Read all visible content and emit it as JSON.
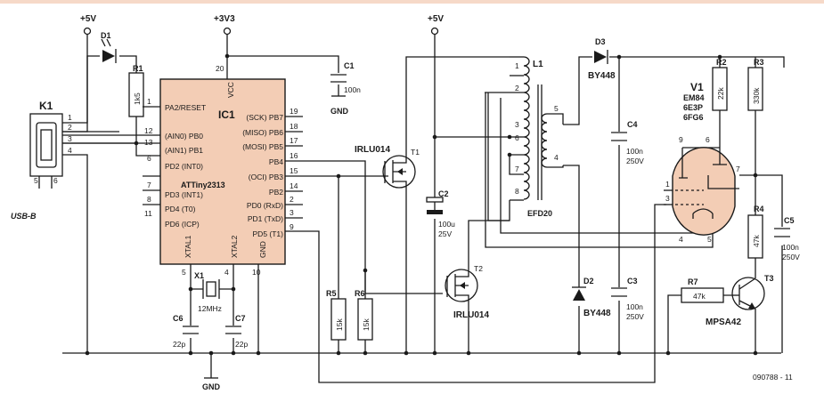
{
  "header_color": "#f6d9c8",
  "ic_fill": "#f3cdb5",
  "tube_fill": "#f3cdb5",
  "supplies": {
    "v5a": "+5V",
    "v3v3": "+3V3",
    "v5b": "+5V",
    "gnd1": "GND",
    "gnd2": "GND"
  },
  "ic1": {
    "ref": "IC1",
    "name": "ATTiny2313",
    "vcc": "VCC",
    "gnd": "GND",
    "xtal1": "XTAL1",
    "xtal2": "XTAL2",
    "left": [
      "PA2/RESET",
      "(AIN0) PB0",
      "(AIN1) PB1",
      "PD2 (INT0)",
      "PD3 (INT1)",
      "PD4 (T0)",
      "PD6 (ICP)"
    ],
    "left_pins": [
      "1",
      "12",
      "13",
      "6",
      "7",
      "8",
      "11"
    ],
    "right": [
      "(SCK) PB7",
      "(MISO) PB6",
      "(MOSI) PB5",
      "PB4",
      "(OCI) PB3",
      "PB2",
      "PD0 (RxD)",
      "PD1 (TxD)",
      "PD5 (T1)"
    ],
    "right_pins": [
      "19",
      "18",
      "17",
      "16",
      "15",
      "14",
      "2",
      "3",
      "9"
    ],
    "pin_vcc": "20",
    "pin_x1": "5",
    "pin_x2": "4",
    "pin_gnd": "10"
  },
  "k1": {
    "ref": "K1",
    "type": "USB-B",
    "pins": [
      "1",
      "2",
      "3",
      "4",
      "5",
      "6"
    ]
  },
  "d1": {
    "ref": "D1"
  },
  "r1": {
    "ref": "R1",
    "value": "1k5"
  },
  "c1": {
    "ref": "C1",
    "value": "100n"
  },
  "x1": {
    "ref": "X1",
    "value": "12MHz"
  },
  "c6": {
    "ref": "C6",
    "value": "22p"
  },
  "c7": {
    "ref": "C7",
    "value": "22p"
  },
  "r5": {
    "ref": "R5",
    "value": "15k"
  },
  "r6": {
    "ref": "R6",
    "value": "15k"
  },
  "t1": {
    "ref": "T1",
    "type": "IRLU014"
  },
  "t2": {
    "ref": "T2",
    "type": "IRLU014"
  },
  "c2": {
    "ref": "C2",
    "value": "100u",
    "voltage": "25V"
  },
  "l1": {
    "ref": "L1",
    "core": "EFD20",
    "pins": [
      "1",
      "2",
      "3",
      "6",
      "7",
      "8",
      "5",
      "4"
    ]
  },
  "d3": {
    "ref": "D3",
    "type": "BY448"
  },
  "d2": {
    "ref": "D2",
    "type": "BY448"
  },
  "c4": {
    "ref": "C4",
    "value": "100n",
    "voltage": "250V"
  },
  "c3": {
    "ref": "C3",
    "value": "100n",
    "voltage": "250V"
  },
  "v1": {
    "ref": "V1",
    "types": [
      "EM84",
      "6E3P",
      "6FG6"
    ],
    "pins": [
      "9",
      "6",
      "7",
      "1",
      "3",
      "4",
      "5"
    ]
  },
  "r2": {
    "ref": "R2",
    "value": "22k"
  },
  "r3": {
    "ref": "R3",
    "value": "330k"
  },
  "r4": {
    "ref": "R4",
    "value": "47k"
  },
  "r7": {
    "ref": "R7",
    "value": "47k"
  },
  "c5": {
    "ref": "C5",
    "value": "100n",
    "voltage": "250V"
  },
  "t3": {
    "ref": "T3",
    "type": "MPSA42"
  },
  "figure_id": "090788 - 11"
}
